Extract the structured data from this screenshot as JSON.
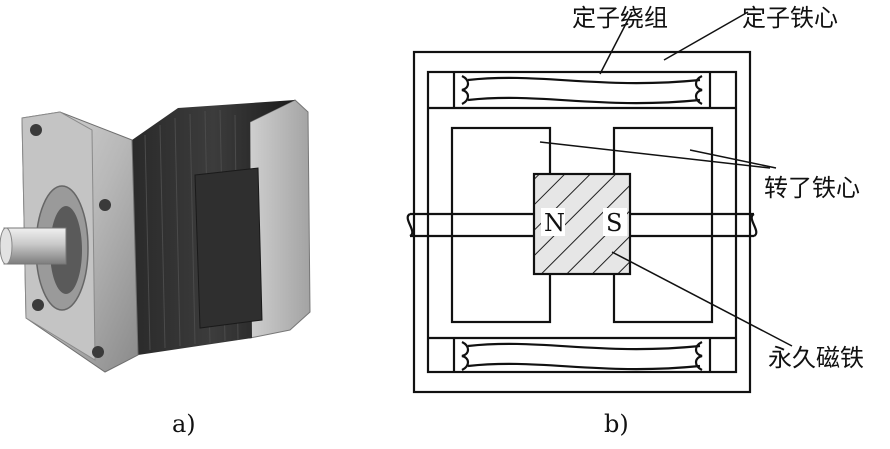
{
  "panel_a": {
    "caption": "a)"
  },
  "panel_b": {
    "caption": "b)",
    "labels": {
      "stator_winding": "定子绕组",
      "stator_core": "定子铁心",
      "rotor_core": "转了铁心",
      "permanent_magnet": "永久磁铁"
    },
    "poles": {
      "north": "N",
      "south": "S"
    }
  }
}
